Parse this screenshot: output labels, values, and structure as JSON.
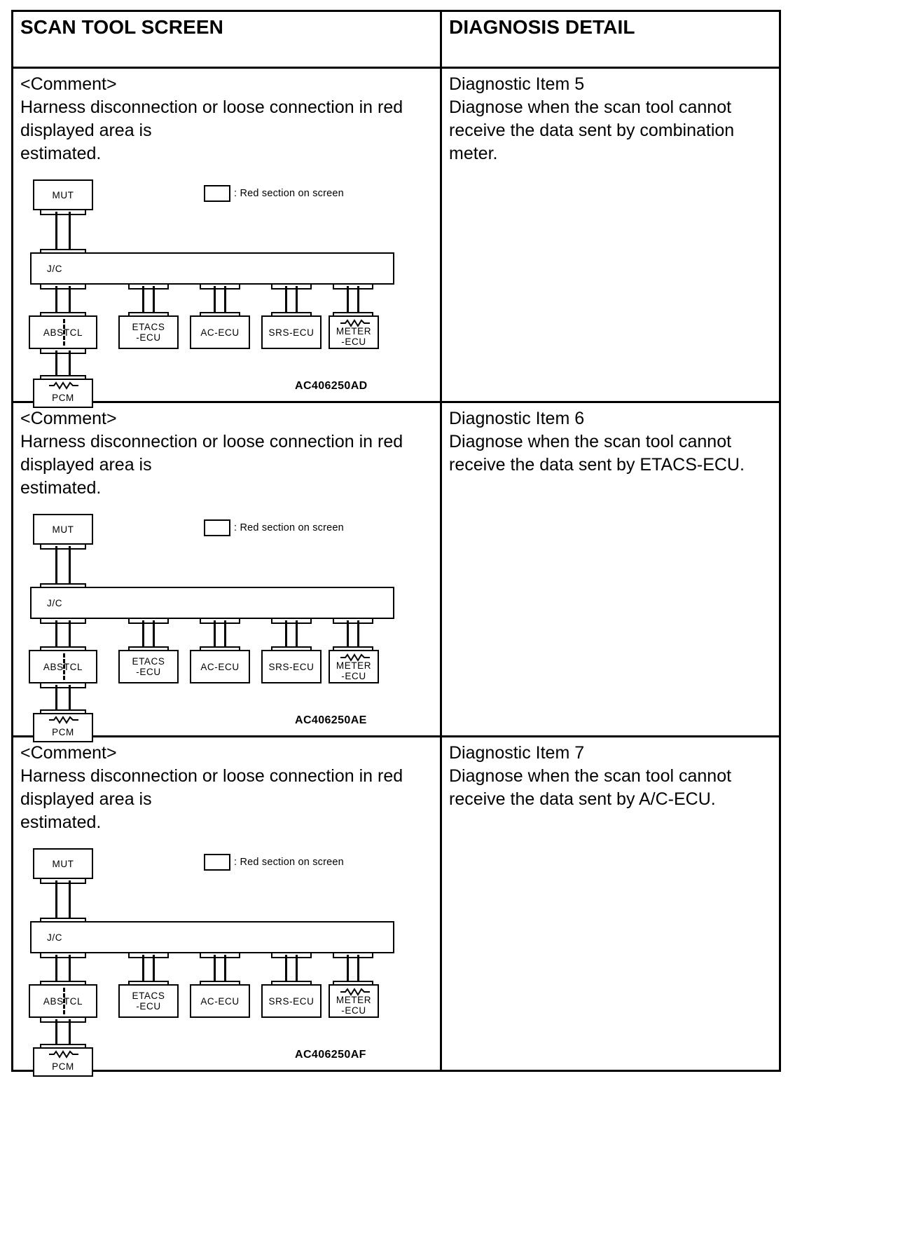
{
  "table": {
    "headers": [
      "SCAN TOOL SCREEN",
      "DIAGNOSIS DETAIL"
    ]
  },
  "legend": {
    "label": ": Red section on screen",
    "swatch_name": "red-section-swatch"
  },
  "diagram_nodes": {
    "mut": "MUT",
    "jc": "J/C",
    "abs_left": "ABS",
    "abs_right": "TCL",
    "etacs": "ETACS\n-ECU",
    "ac": "AC-ECU",
    "srs": "SRS-ECU",
    "meter": "METER\n-ECU",
    "pcm": "PCM"
  },
  "rows": [
    {
      "comment_heading": "<Comment>",
      "comment_body": "Harness disconnection or loose connection in red displayed area is\nestimated.",
      "figure_code": "AC406250AD",
      "detail_title": "Diagnostic Item 5",
      "detail_body": "Diagnose when the scan tool cannot receive the data sent by combination meter."
    },
    {
      "comment_heading": "<Comment>",
      "comment_body": "Harness disconnection or loose connection in red displayed area is\nestimated.",
      "figure_code": "AC406250AE",
      "detail_title": "Diagnostic Item 6",
      "detail_body": "Diagnose when the scan tool cannot receive the data sent by ETACS-ECU."
    },
    {
      "comment_heading": "<Comment>",
      "comment_body": "Harness disconnection or loose connection in red displayed area is\nestimated.",
      "figure_code": "AC406250AF",
      "detail_title": "Diagnostic Item 7",
      "detail_body": "Diagnose when the scan tool cannot receive the data sent by A/C-ECU."
    }
  ]
}
